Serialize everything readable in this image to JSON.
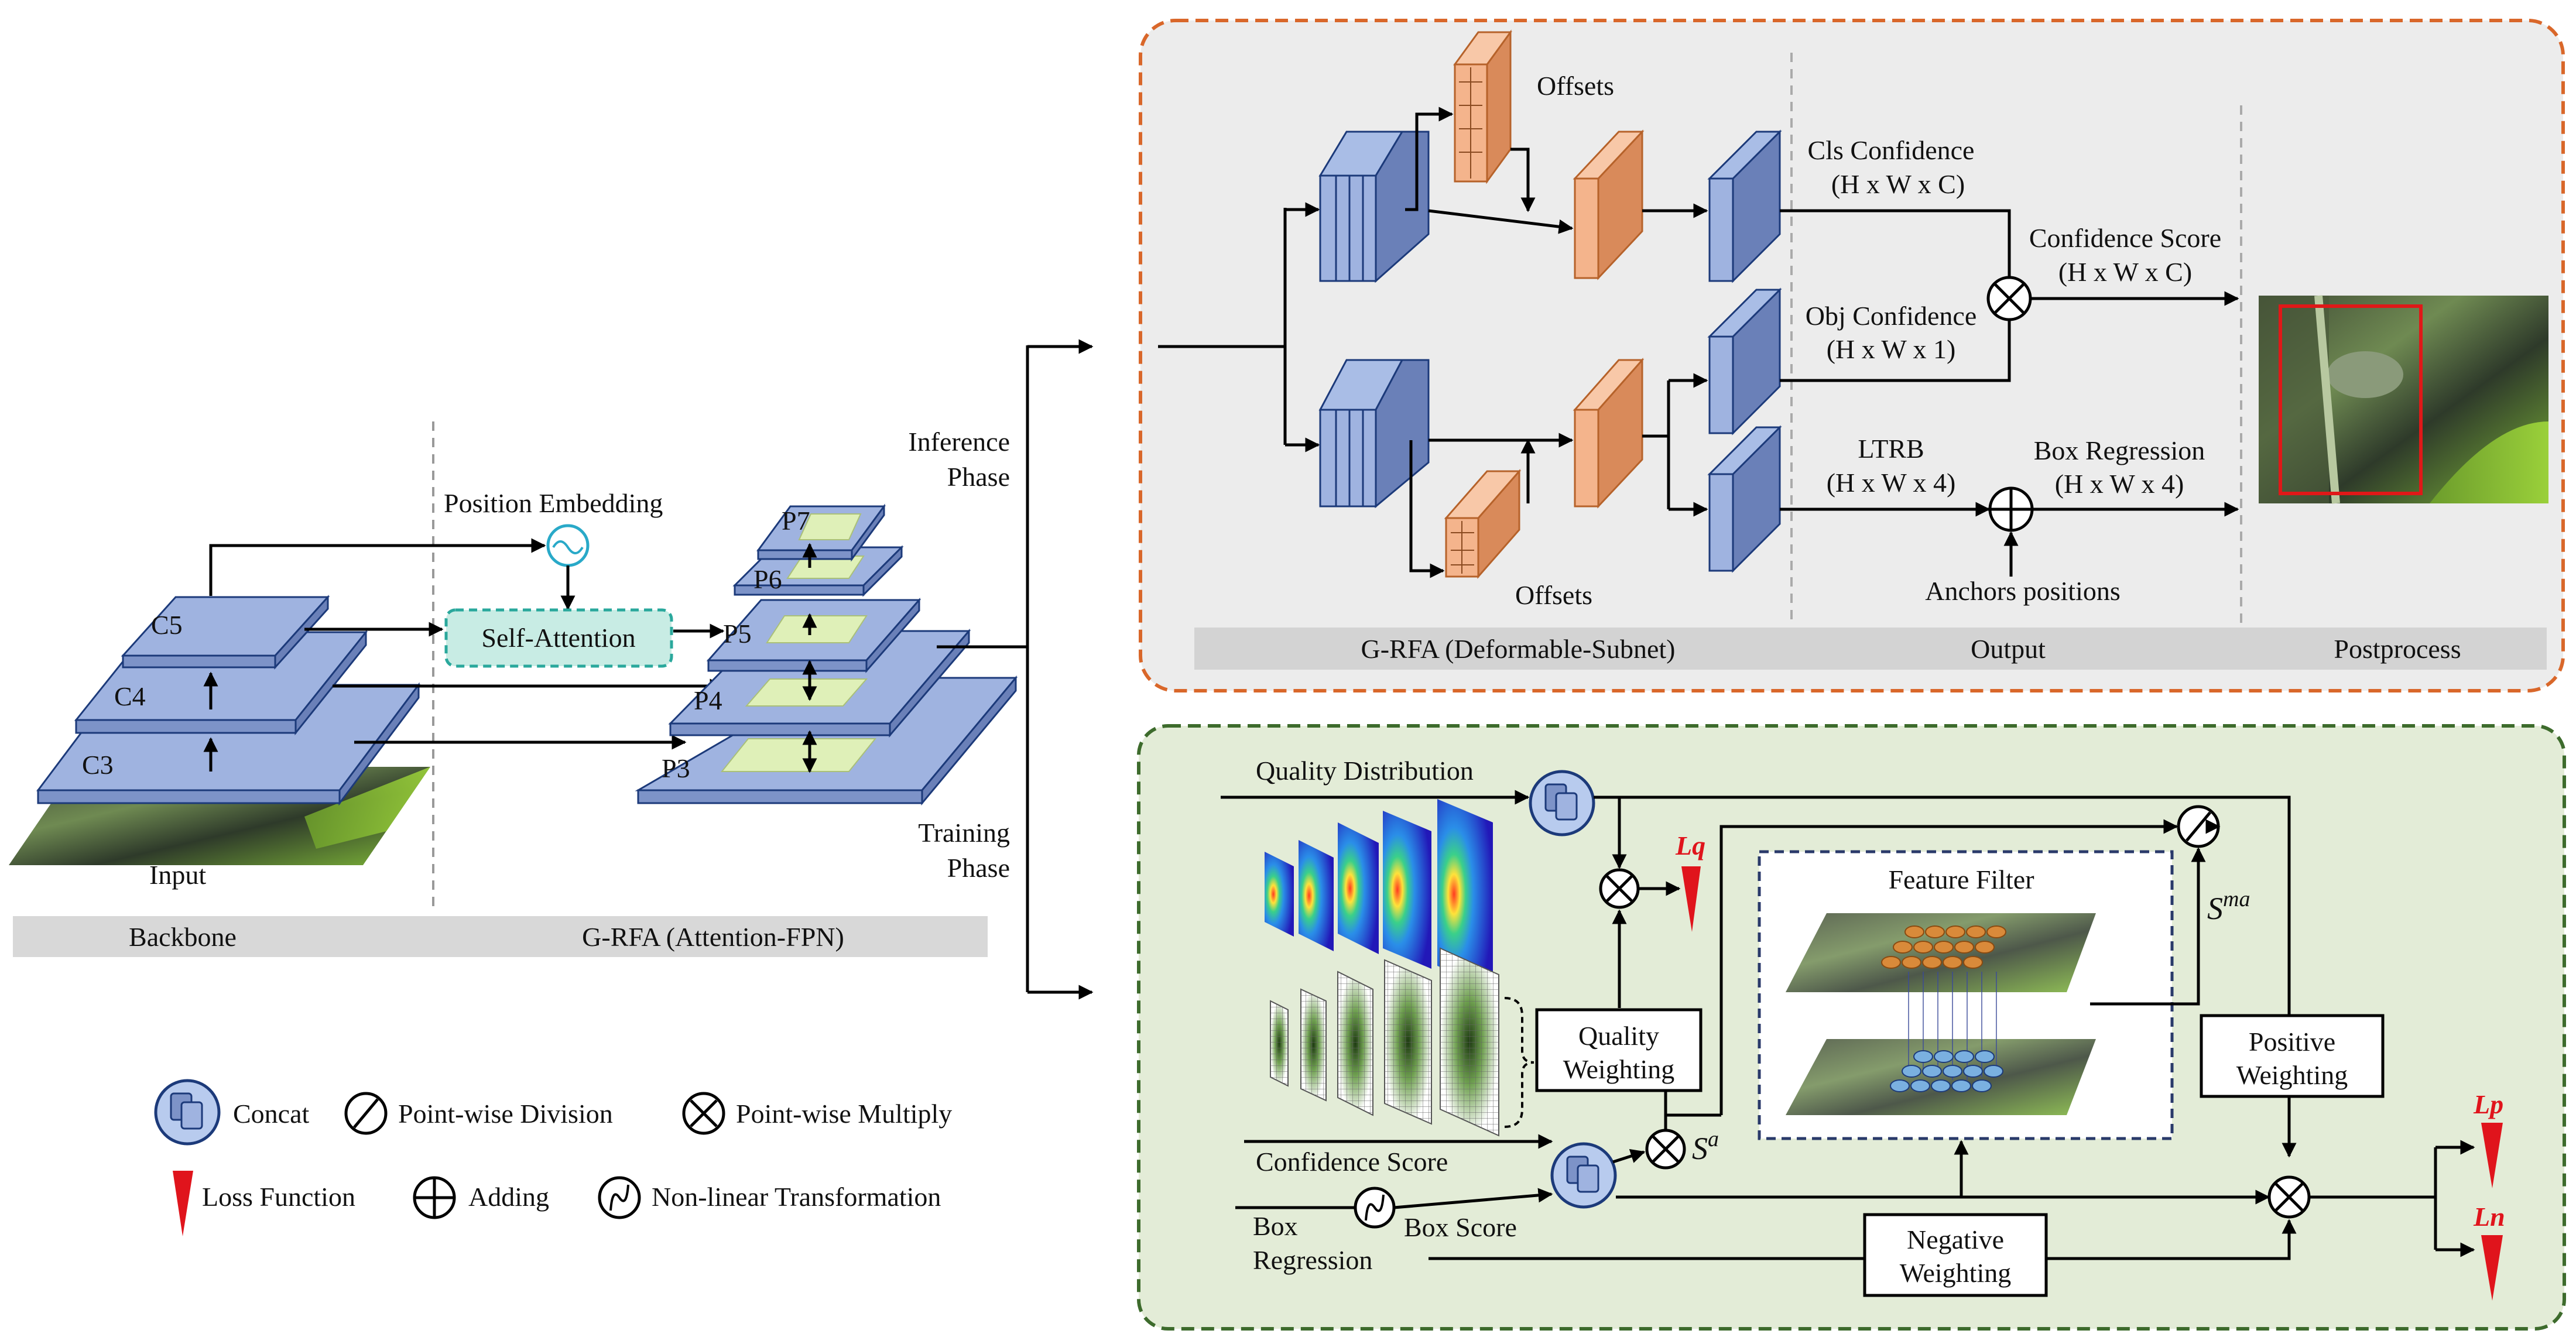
{
  "left": {
    "backbone_label": "Backbone",
    "grfa_label": "G-RFA (Attention-FPN)",
    "c3": "C3",
    "c4": "C4",
    "c5": "C5",
    "input": "Input",
    "position_embedding": "Position Embedding",
    "self_attention": "Self-Attention",
    "p3": "P3",
    "p4": "P4",
    "p5": "P5",
    "p6": "P6",
    "p7": "P7",
    "inference_phase": [
      "Inference",
      "Phase"
    ],
    "training_phase": [
      "Training",
      "Phase"
    ]
  },
  "top_panel": {
    "offsets_top": "Offsets",
    "offsets_bottom": "Offsets",
    "cls_confidence": [
      "Cls Confidence",
      "(H x W x C)"
    ],
    "obj_confidence": [
      "Obj Confidence",
      "(H x W x 1)"
    ],
    "confidence_score": [
      "Confidence Score",
      "(H x W x C)"
    ],
    "ltrb": [
      "LTRB",
      "(H x W x 4)"
    ],
    "box_regression": [
      "Box Regression",
      "(H x W x 4)"
    ],
    "anchors_positions": "Anchors positions",
    "footer_subnet": "G-RFA (Deformable-Subnet)",
    "footer_output": "Output",
    "footer_postprocess": "Postprocess"
  },
  "bottom_panel": {
    "quality_distribution": "Quality Distribution",
    "lq": "Lq",
    "feature_filter": "Feature Filter",
    "s_ma_base": "S",
    "s_ma_sup": "ma",
    "s_a_base": "S",
    "s_a_sup": "a",
    "quality_weighting": [
      "Quality",
      "Weighting"
    ],
    "positive_weighting": [
      "Positive",
      "Weighting"
    ],
    "negative_weighting": [
      "Negative",
      "Weighting"
    ],
    "confidence_score": "Confidence Score",
    "box_regression": [
      "Box",
      "Regression"
    ],
    "box_score": "Box Score",
    "lp": "Lp",
    "ln": "Ln"
  },
  "legend": {
    "concat": "Concat",
    "pointwise_division": "Point-wise Division",
    "pointwise_multiply": "Point-wise Multiply",
    "loss_function": "Loss Function",
    "adding": "Adding",
    "nonlinear": "Non-linear Transformation"
  },
  "colors": {
    "pyramid_blue": "#9fb3e0",
    "feature_green": "#dff0b8",
    "attention_teal": "#c8ece4",
    "offset_orange": "#f4b48c",
    "top_panel_bg": "#ececec",
    "top_panel_border": "#d9672a",
    "bottom_panel_bg": "#e3ecd7",
    "bottom_panel_border": "#3d6b2c",
    "loss_red": "#e0141c"
  }
}
